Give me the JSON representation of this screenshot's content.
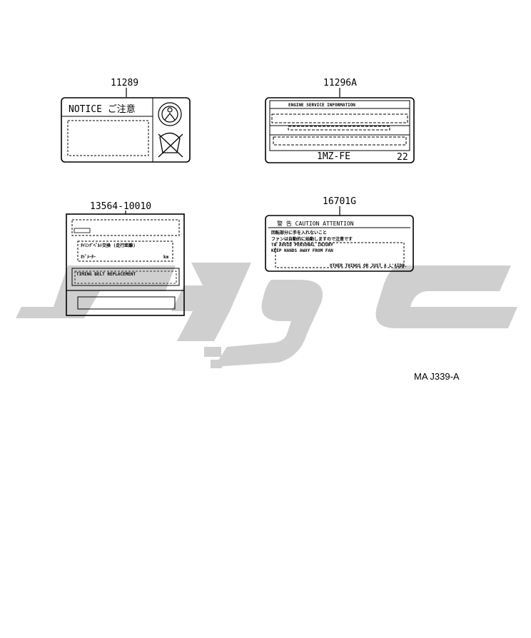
{
  "labels": [
    {
      "part_number": "11289",
      "text": "NOTICE ご注意"
    },
    {
      "part_number": "11296A",
      "header": "ENGINE SERVICE INFORMATION",
      "engine": "1MZ-FE",
      "code": "22"
    },
    {
      "part_number": "13564-10010",
      "line1": "ﾀｲﾐﾝｸﾞﾍﾞﾙﾄ交換 (走行距離)",
      "line2": "ｵﾄﾞﾒｰﾀｰ",
      "unit": "km",
      "line3": "TIMING BELT REPLACEMENT"
    },
    {
      "part_number": "16701G",
      "header": "警 告 CAUTION ATTENTION",
      "jp1": "回転部分に手を入れないこと",
      "jp2": "ファンは自動的に始動しますので注意です",
      "en1": "TO AVOID PERSONAL INJURY",
      "en2": "KEEP HANDS AWAY FROM FAN",
      "en3": "OTHER THINGS OR JUST A L'AIDE."
    }
  ],
  "reference": "MA J339-A",
  "watermark": {
    "color": "#cfcfcf"
  }
}
